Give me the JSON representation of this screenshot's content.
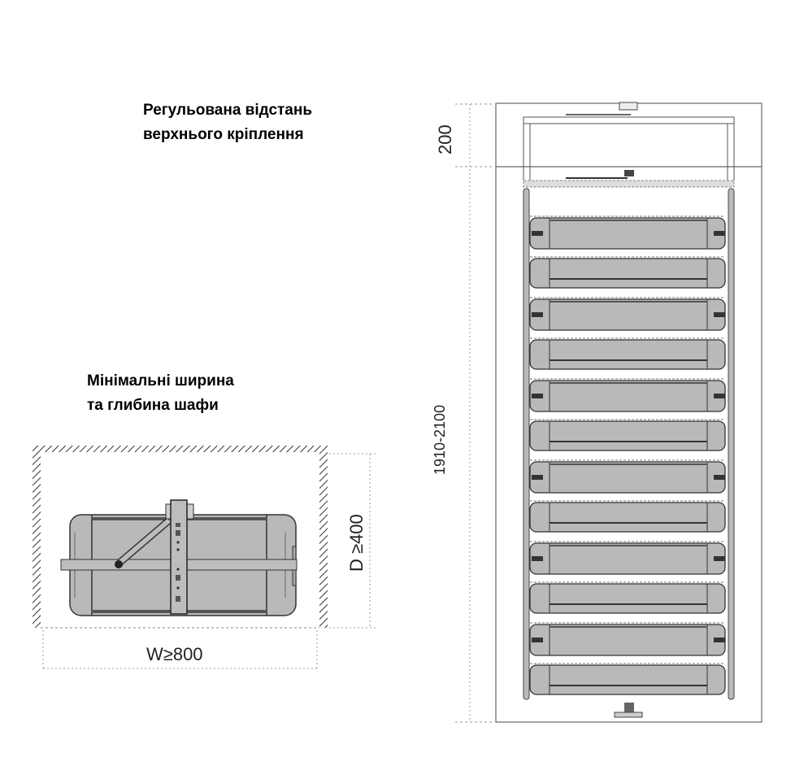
{
  "captions": {
    "top": [
      "Регульована відстань",
      "верхнього кріплення"
    ],
    "middle": [
      "Мінімальні ширина",
      "та глибина шафи"
    ]
  },
  "dimensions": {
    "top_gap": "200",
    "height_range": "1910-2100",
    "depth": "D ≥400",
    "width": "W≥800"
  },
  "tray_count": 12,
  "colors": {
    "tray_fill": "#b9b9b9",
    "line": "#555555",
    "dark": "#333333"
  }
}
